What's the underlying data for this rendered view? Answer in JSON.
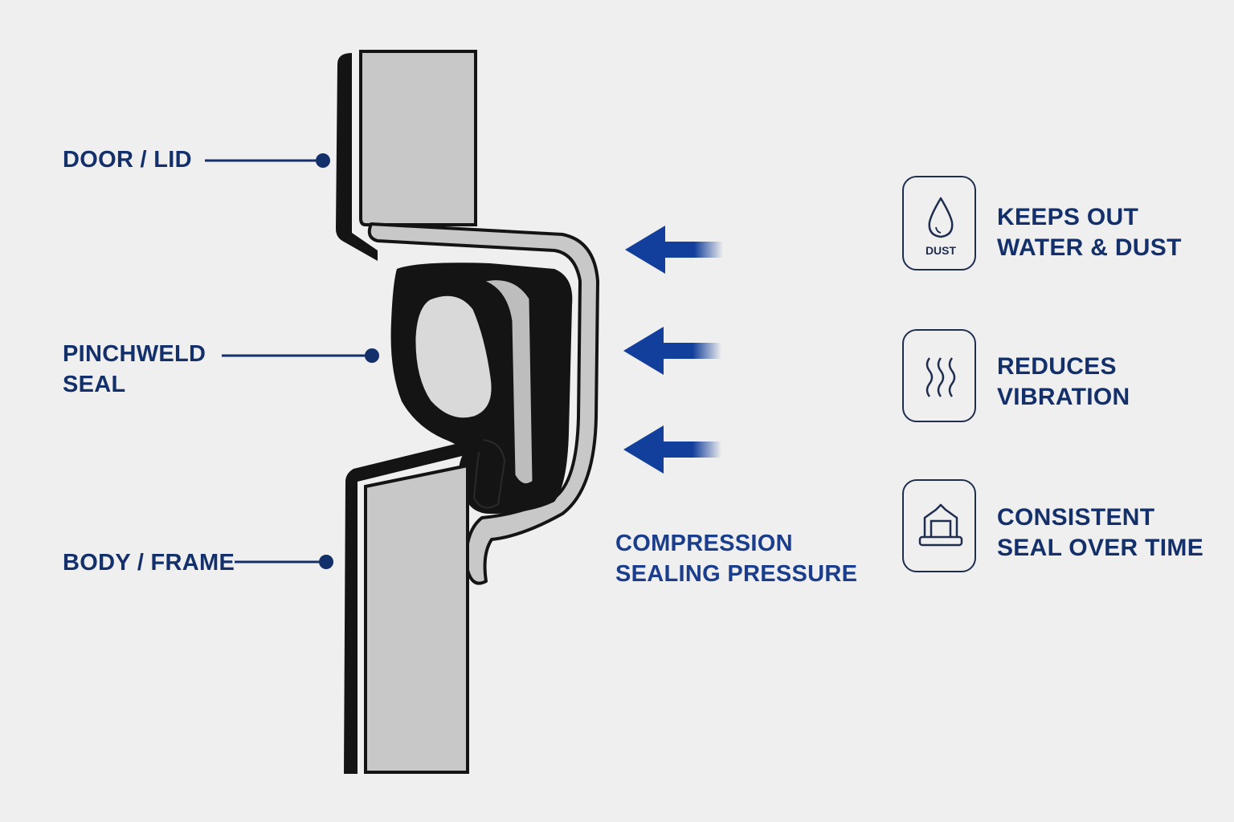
{
  "callouts": {
    "door_lid": "DOOR / LID",
    "pinchweld_seal": [
      "PINCHWELD",
      "SEAL"
    ],
    "body_frame": "BODY / FRAME"
  },
  "compression": [
    "COMPRESSION",
    "SEALING PRESSURE"
  ],
  "benefits": [
    {
      "icon": "water-drop-icon",
      "icon_text": "DUST",
      "lines": [
        "KEEPS OUT",
        "WATER & DUST"
      ]
    },
    {
      "icon": "vibration-waves-icon",
      "lines": [
        "REDUCES",
        "VIBRATION"
      ]
    },
    {
      "icon": "seal-profile-icon",
      "lines": [
        "CONSISTENT",
        "SEAL OVER TIME"
      ]
    }
  ],
  "colors": {
    "accent": "#14306a",
    "arrow": "#123e9c",
    "seal": "#141414",
    "panel": "#c8c8c8",
    "background": "#efefef"
  }
}
